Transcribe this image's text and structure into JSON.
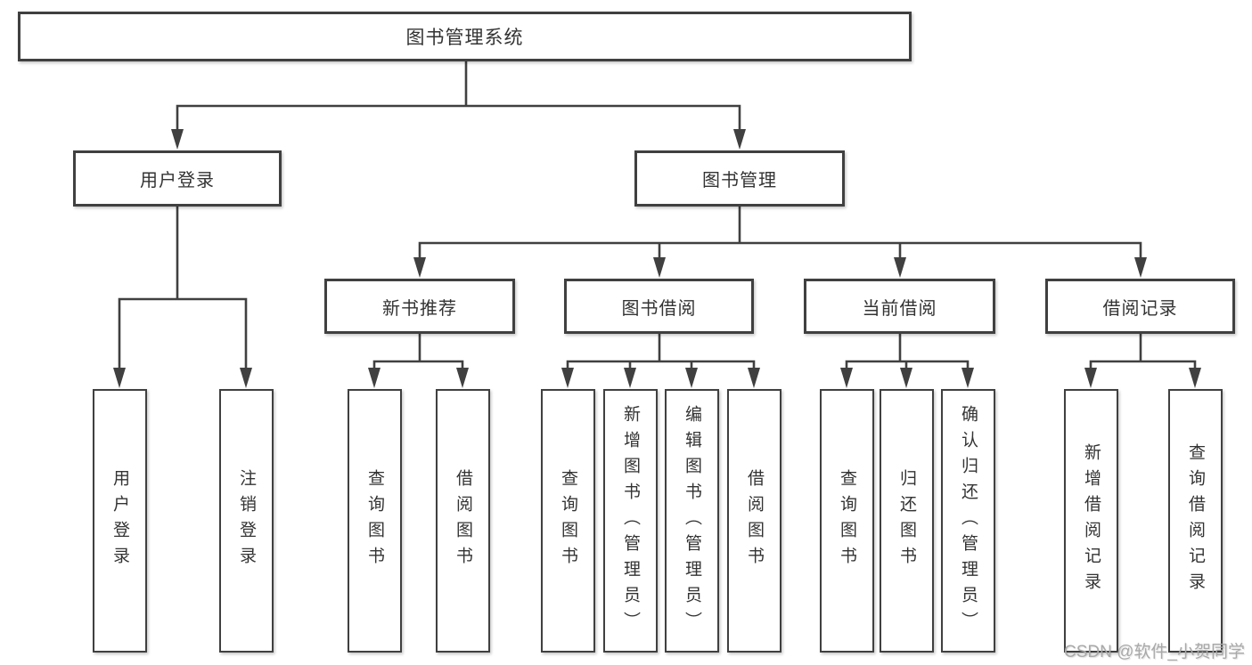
{
  "diagram": {
    "title": "图书管理系统",
    "colors": {
      "line": "#404040",
      "text": "#333333",
      "watermark": "#a9a9a9",
      "background": "#ffffff"
    },
    "nodes": {
      "root": "图书管理系统",
      "user_login": "用户登录",
      "book_mgmt": "图书管理",
      "new_book_rec": "新书推荐",
      "book_borrow": "图书借阅",
      "current_borrow": "当前借阅",
      "borrow_record": "借阅记录",
      "leaf_user_login": "用户登录",
      "leaf_logout": "注销登录",
      "leaf_nbr_query_book": "查询图书",
      "leaf_nbr_borrow_book": "借阅图书",
      "leaf_bb_query_book": "查询图书",
      "leaf_bb_add_book": "新增图书（管理员）",
      "leaf_bb_edit_book": "编辑图书（管理员）",
      "leaf_bb_borrow_book": "借阅图书",
      "leaf_cb_query_book": "查询图书",
      "leaf_cb_return_book": "归还图书",
      "leaf_cb_confirm_return": "确认归还（管理员）",
      "leaf_br_add_record": "新增借阅记录",
      "leaf_br_query_record": "查询借阅记录"
    },
    "watermark": "CSDN @软件_小贺同学"
  }
}
